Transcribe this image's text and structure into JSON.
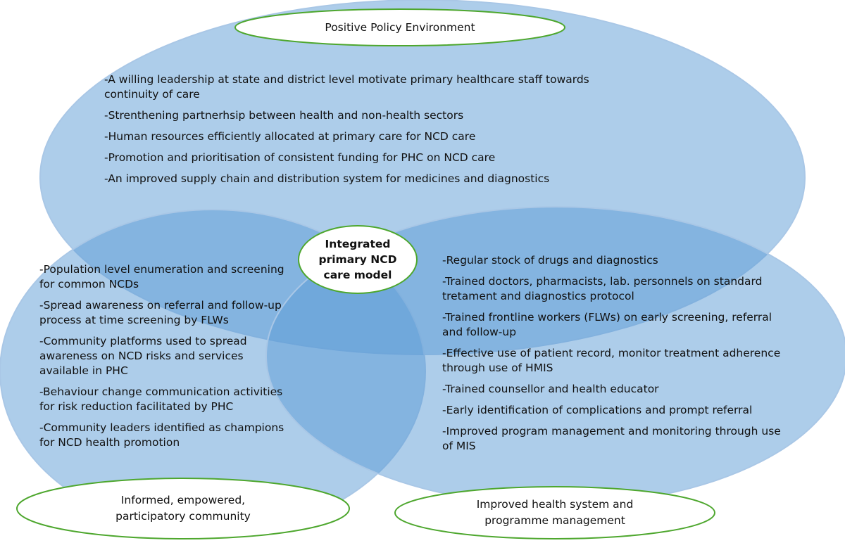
{
  "policy": {
    "title": "Positive Policy Environment",
    "items": [
      "-A willing leadership at state and district level motivate primary healthcare staff towards continuity of care",
      "-Strenthening partnerhsip between health and non-health sectors",
      "-Human resources efficiently allocated at primary care  for NCD care",
      "-Promotion and prioritisation of consistent funding for PHC on NCD care",
      "-An improved supply chain and distribution system for medicines and diagnostics"
    ]
  },
  "center": {
    "title_line1": "Integrated",
    "title_line2": "primary NCD",
    "title_line3": "care model"
  },
  "community": {
    "title_line1": "Informed, empowered,",
    "title_line2": "participatory community",
    "items": [
      "-Population level enumeration and screening for common NCDs",
      "-Spread awareness on referral and follow-up process at time screening by FLWs",
      "-Community platforms used to spread awareness on NCD risks and services available in PHC",
      "-Behaviour change communication activities for risk reduction facilitated by PHC",
      "-Community leaders identified as champions for NCD health promotion"
    ]
  },
  "health_system": {
    "title_line1": "Improved health system and",
    "title_line2": "programme management",
    "items": [
      "-Regular stock of drugs and diagnostics",
      "-Trained doctors, pharmacists, lab. personnels on standard tretament and diagnostics protocol",
      "-Trained frontline workers (FLWs) on early screening, referral and follow-up",
      "-Effective use of patient record, monitor treatment adherence through use of HMIS",
      "-Trained counsellor and health educator",
      "-Early identification of complications and prompt referral",
      "-Improved program management and monitoring through use of MIS"
    ]
  },
  "colors": {
    "circle_fill": "#5b9bd5",
    "circle_stroke": "#a9c7e6",
    "label_stroke": "#4ea72e",
    "label_fill": "#ffffff"
  }
}
